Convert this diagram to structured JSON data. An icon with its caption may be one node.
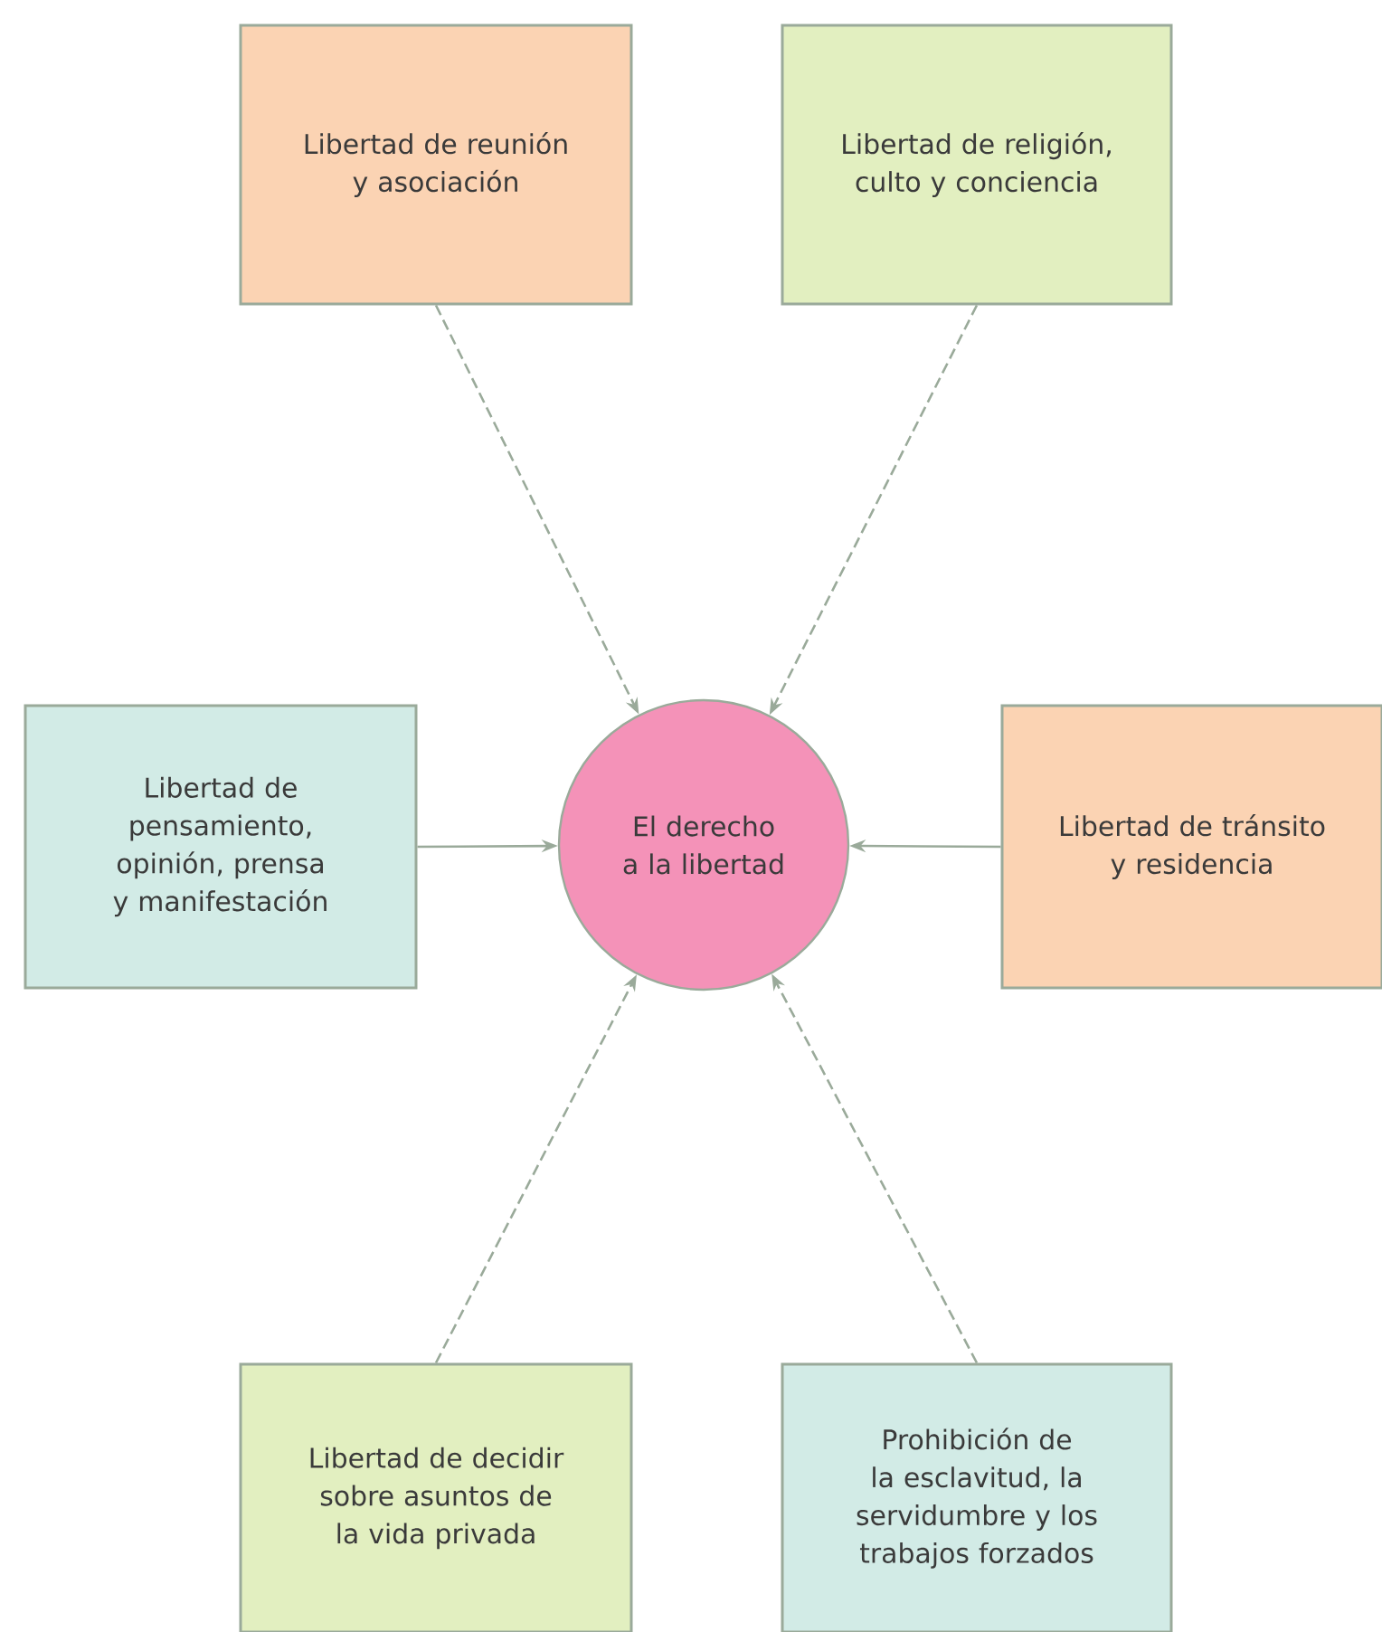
{
  "diagram": {
    "nodes": [
      {
        "text": [
          "El derecho a la libertad"
        ]
      },
      {
        "text": [
          "Libertad de reunión y asociación"
        ]
      },
      {
        "text": [
          "Libertad de religión, culto y conciencia"
        ]
      },
      {
        "text": [
          "Libertad de pensamiento, opinión, prensa y manifestación"
        ]
      },
      {
        "text": [
          "Libertad de tránsito y residencia"
        ]
      },
      {
        "text": [
          "Libertad de decidir sobre asuntos de la vida privada"
        ]
      },
      {
        "text": [
          "Prohibición de la esclavitud, la servidumbre y los trabajos forzados"
        ]
      }
    ],
    "edges": [
      {
        "from": 1,
        "to": 0,
        "arrow": "to",
        "style": "dashed"
      },
      {
        "from": 2,
        "to": 0,
        "arrow": "to",
        "style": "dashed"
      },
      {
        "from": 3,
        "to": 0,
        "arrow": "to"
      },
      {
        "from": 4,
        "to": 0,
        "arrow": "to"
      },
      {
        "from": 5,
        "to": 0,
        "arrow": "to",
        "style": "dashed"
      },
      {
        "from": 6,
        "to": 0,
        "arrow": "to",
        "style": "dashed"
      }
    ]
  }
}
